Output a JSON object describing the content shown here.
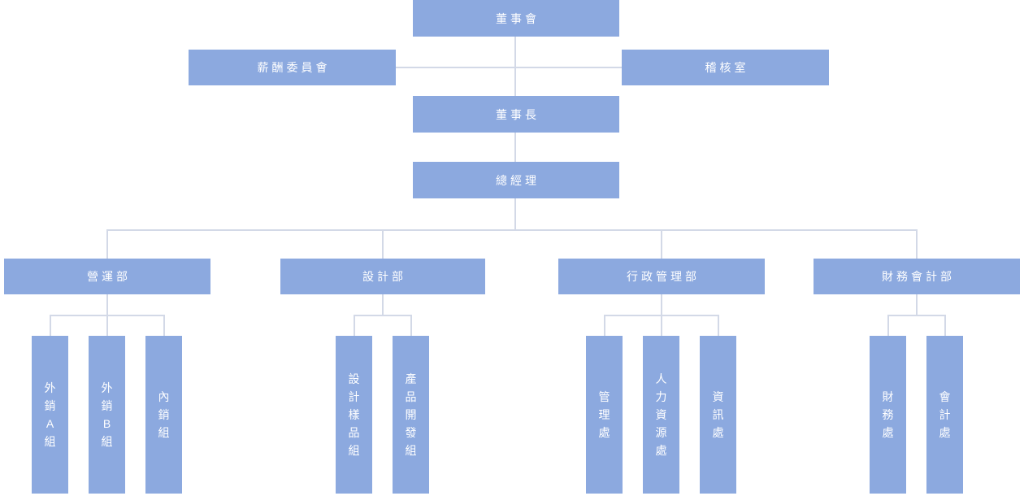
{
  "colors": {
    "node_fill": "#8CA9DF",
    "node_text": "#FFFFFF",
    "connector_line": "#D3D9E7",
    "background": "#FFFFFF"
  },
  "org_chart": {
    "root": {
      "label": "董事會"
    },
    "staff": [
      {
        "label": "薪酬委員會"
      },
      {
        "label": "稽核室"
      }
    ],
    "executives": [
      {
        "label": "董事長"
      },
      {
        "label": "總經理"
      }
    ],
    "departments": [
      {
        "label": "營運部",
        "children": [
          {
            "label": "外銷A組"
          },
          {
            "label": "外銷B組"
          },
          {
            "label": "內銷組"
          }
        ]
      },
      {
        "label": "設計部",
        "children": [
          {
            "label": "設計樣品組"
          },
          {
            "label": "產品開發組"
          }
        ]
      },
      {
        "label": "行政管理部",
        "children": [
          {
            "label": "管理處"
          },
          {
            "label": "人力資源處"
          },
          {
            "label": "資訊處"
          }
        ]
      },
      {
        "label": "財務會計部",
        "children": [
          {
            "label": "財務處"
          },
          {
            "label": "會計處"
          }
        ]
      }
    ]
  }
}
